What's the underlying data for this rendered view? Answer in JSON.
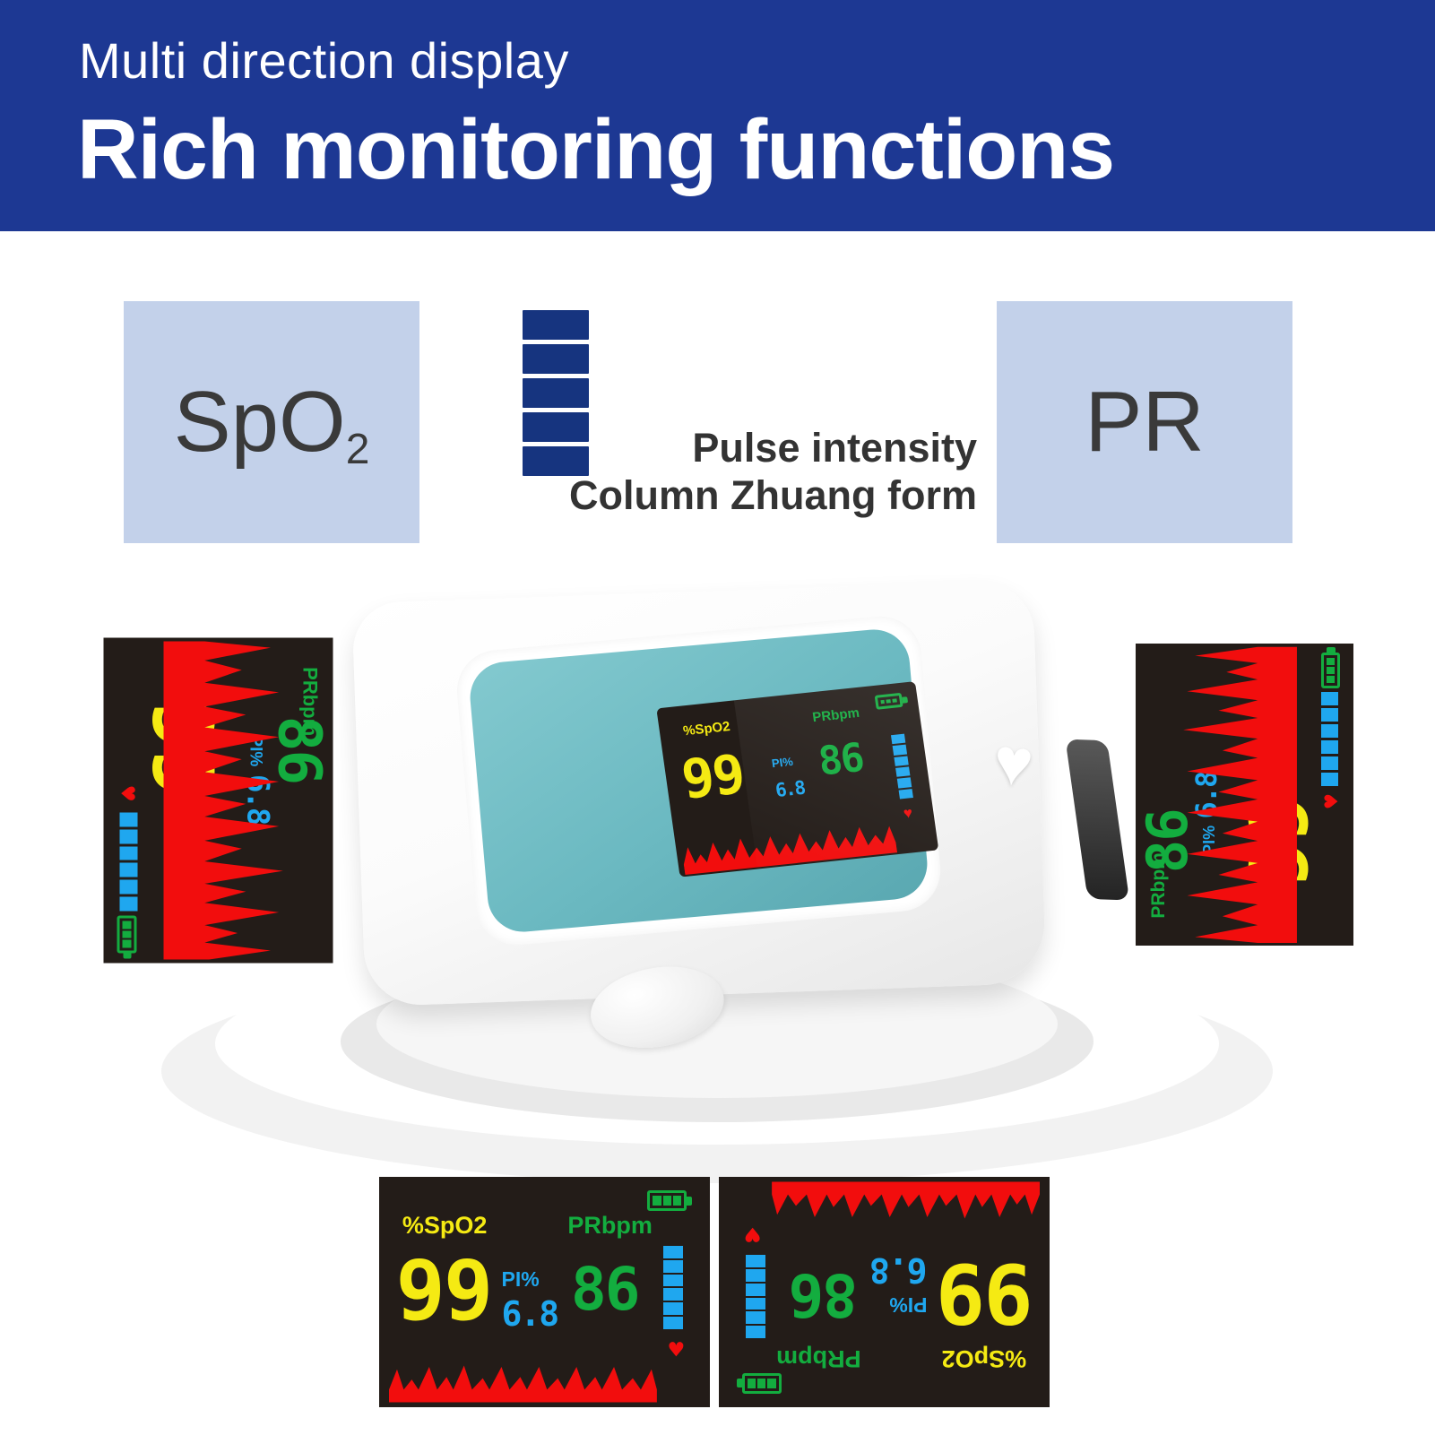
{
  "header": {
    "subtitle": "Multi direction display",
    "title": "Rich monitoring functions",
    "bg_color": "#1d3893",
    "text_color": "#ffffff"
  },
  "features": {
    "chip_bg_color": "#c3d1ea",
    "chip_text_color": "#3a3a3a",
    "spo2_label": "SpO",
    "spo2_subscript": "2",
    "pr_label": "PR",
    "pulse_icon_name": "pulse-intensity-bar-icon",
    "pulse_icon_color": "#16347f",
    "pulse_icon_segments": 5,
    "pulse_caption_line1": "Pulse intensity",
    "pulse_caption_line2": "Column Zhuang form"
  },
  "readings": {
    "spo2_label": "%SpO2",
    "spo2_value": "99",
    "pi_label": "PI%",
    "pi_value": "6.8",
    "pr_label": "PRbpm",
    "pr_value": "86",
    "spo2_color": "#f5ea13",
    "pi_color": "#1fa7ef",
    "pr_color": "#13ad3f",
    "waveform_color": "#f20d0d",
    "screen_bg_color": "#231c18",
    "battery_color": "#13ad3f",
    "heart_color": "#f20d0d",
    "bar_color": "#1fa7ef",
    "bar_segments": 6,
    "battery_segments": 3
  },
  "panels": [
    {
      "name": "left-rotated-panel",
      "rotation": "90deg",
      "icons_position": "bottom"
    },
    {
      "name": "right-rotated-panel",
      "rotation": "-90deg",
      "icons_position": "top"
    },
    {
      "name": "bottom-upright-panel",
      "rotation": "0deg",
      "icons_position": "right"
    },
    {
      "name": "bottom-inverted-panel",
      "rotation": "180deg",
      "icons_position": "right"
    }
  ],
  "device": {
    "name": "fingertip-pulse-oximeter",
    "body_color": "#ffffff",
    "faceplate_color": "#6bb9c1",
    "heart_cutout": "♥",
    "pedestal_color": "#f2f2f2"
  }
}
